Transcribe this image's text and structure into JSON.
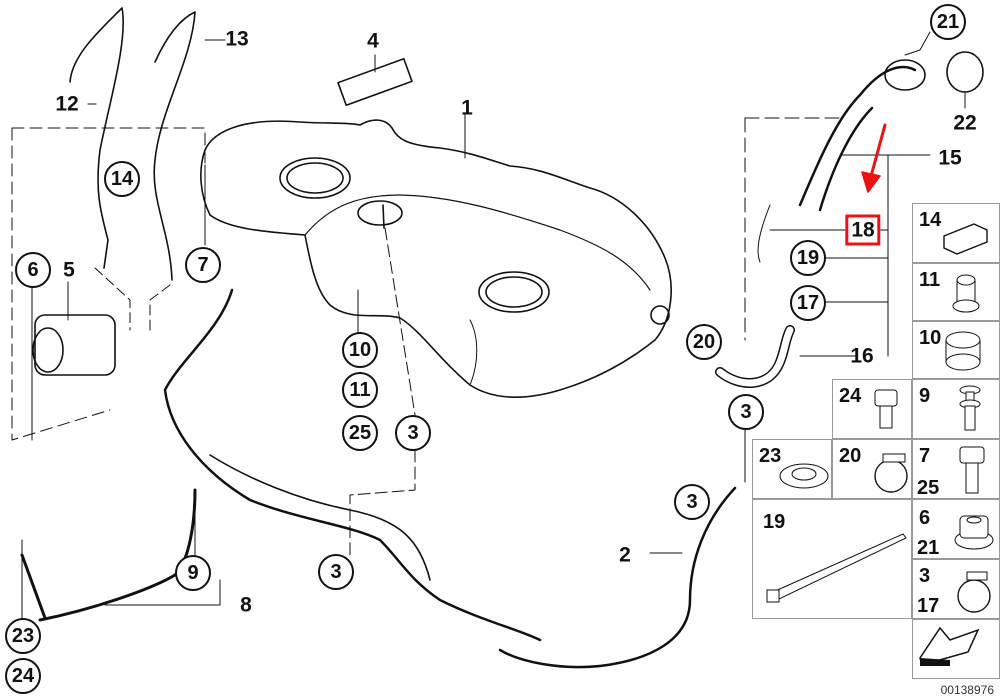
{
  "diagram": {
    "type": "exploded-parts-diagram",
    "subject": "Fuel tank assembly",
    "document_number": "00138976",
    "highlighted_part": "18",
    "highlight_color": "#e11111",
    "callouts_plain": [
      {
        "id": "c1",
        "text": "1"
      },
      {
        "id": "c2",
        "text": "2"
      },
      {
        "id": "c4",
        "text": "4"
      },
      {
        "id": "c5",
        "text": "5"
      },
      {
        "id": "c8",
        "text": "8"
      },
      {
        "id": "c12",
        "text": "12"
      },
      {
        "id": "c13",
        "text": "13"
      },
      {
        "id": "c15",
        "text": "15"
      },
      {
        "id": "c16",
        "text": "16"
      },
      {
        "id": "c22",
        "text": "22"
      }
    ],
    "callouts_circled": [
      {
        "id": "k6",
        "text": "6"
      },
      {
        "id": "k7",
        "text": "7"
      },
      {
        "id": "k14",
        "text": "14"
      },
      {
        "id": "k10",
        "text": "10"
      },
      {
        "id": "k11",
        "text": "11"
      },
      {
        "id": "k25",
        "text": "25"
      },
      {
        "id": "k3a",
        "text": "3"
      },
      {
        "id": "k3b",
        "text": "3"
      },
      {
        "id": "k3c",
        "text": "3"
      },
      {
        "id": "k3d",
        "text": "3"
      },
      {
        "id": "k9",
        "text": "9"
      },
      {
        "id": "k23",
        "text": "23"
      },
      {
        "id": "k24",
        "text": "24"
      },
      {
        "id": "k19",
        "text": "19"
      },
      {
        "id": "k17",
        "text": "17"
      },
      {
        "id": "k20",
        "text": "20"
      },
      {
        "id": "k21",
        "text": "21"
      }
    ],
    "highlight_callout": {
      "text": "18"
    },
    "parts_grid": [
      {
        "labels": [
          "14"
        ],
        "part": "clip-holder"
      },
      {
        "labels": [
          "11"
        ],
        "part": "grommet"
      },
      {
        "labels": [
          "10"
        ],
        "part": "rubber-mount"
      },
      {
        "labels": [
          "24"
        ],
        "part": "bolt"
      },
      {
        "labels": [
          "9"
        ],
        "part": "stud"
      },
      {
        "labels": [
          "23"
        ],
        "part": "washer"
      },
      {
        "labels": [
          "20"
        ],
        "part": "hose-clamp"
      },
      {
        "labels": [
          "7",
          "25"
        ],
        "part": "hex-bolt"
      },
      {
        "labels": [
          "19"
        ],
        "part": "cable-tie"
      },
      {
        "labels": [
          "6",
          "21"
        ],
        "part": "flange-nut"
      },
      {
        "labels": [
          "3",
          "17"
        ],
        "part": "hose-clamp"
      }
    ]
  }
}
